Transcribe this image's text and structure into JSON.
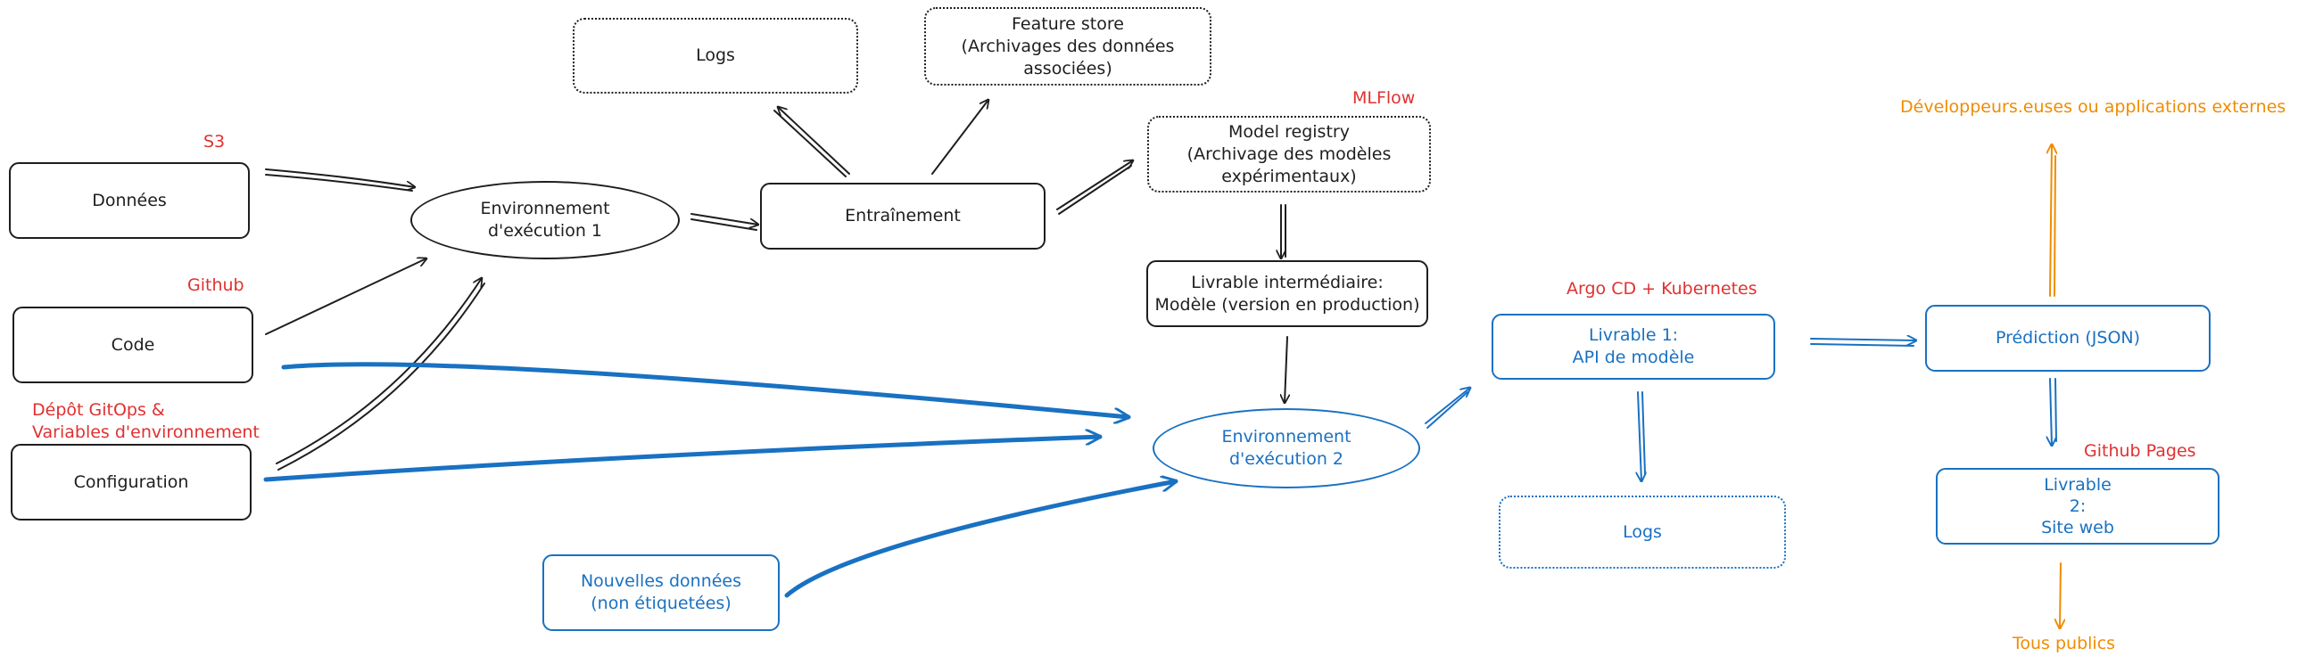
{
  "nodes": {
    "donnees": "Données",
    "code": "Code",
    "configuration": "Configuration",
    "env1": "Environnement\nd'exécution 1",
    "logs_top": "Logs",
    "feature_store": "Feature store\n(Archivages des données\nassociées)",
    "entrainement": "Entraînement",
    "model_registry": "Model registry\n(Archivage des modèles\nexpérimentaux)",
    "livrable_intermediaire": "Livrable intermédiaire:\nModèle (version en production)",
    "env2": "Environnement\nd'exécution 2",
    "nouvelles_donnees": "Nouvelles données\n(non étiquetées)",
    "livrable1": "Livrable 1:\nAPI de modèle",
    "logs_bottom": "Logs",
    "prediction": "Prédiction (JSON)",
    "livrable2": "Livrable\n2:\nSite web"
  },
  "labels": {
    "s3": "S3",
    "github": "Github",
    "gitops": "Dépôt GitOps &\nVariables d'environnement",
    "mlflow": "MLFlow",
    "argo": "Argo CD + Kubernetes",
    "github_pages": "Github Pages",
    "developpeurs": "Développeurs.euses ou applications externes",
    "tous_publics": "Tous publics"
  },
  "colors": {
    "black": "#1e1e1e",
    "blue": "#1971c2",
    "red": "#e03131",
    "orange": "#f08c00"
  }
}
